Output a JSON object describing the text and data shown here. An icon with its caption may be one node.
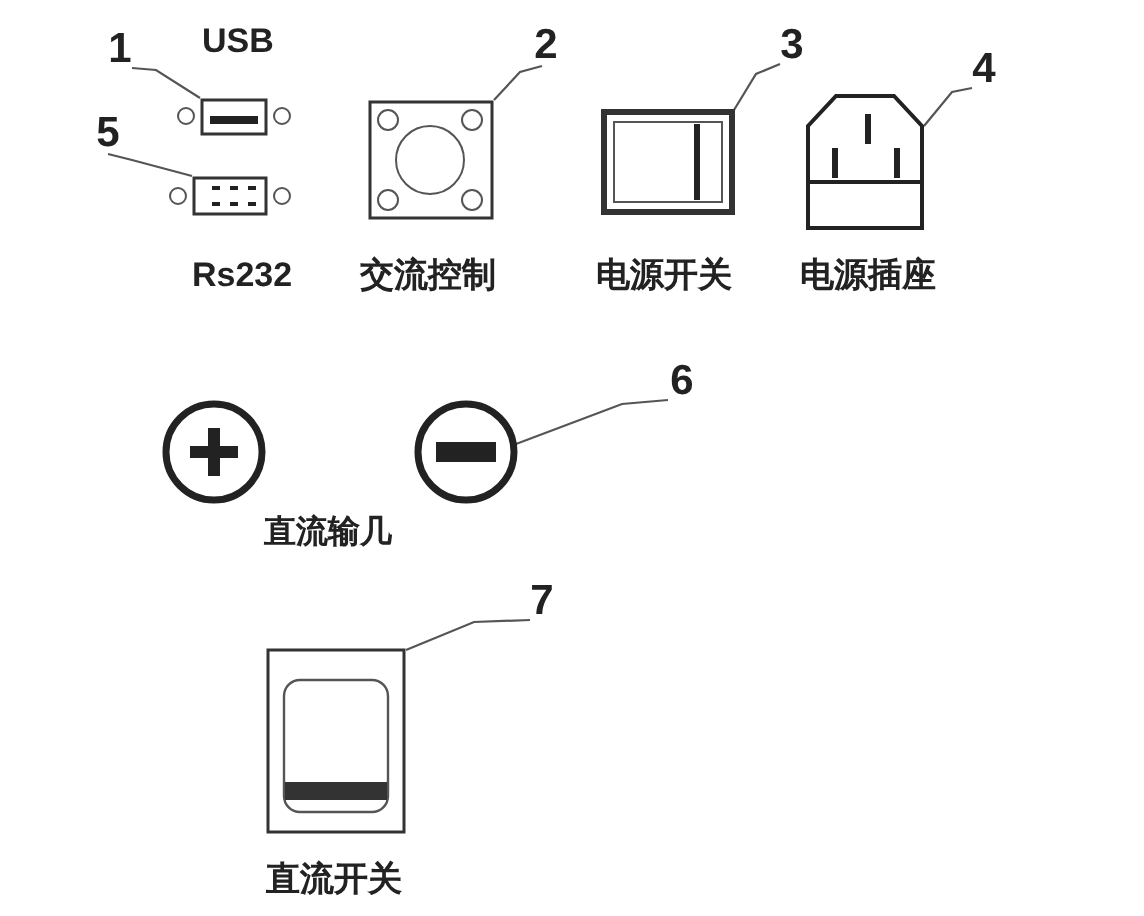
{
  "diagram": {
    "nodes": [
      {
        "text": [
          "1"
        ]
      },
      {
        "text": [],
        "shape": "box",
        "beside": [
          "USB"
        ]
      },
      {
        "text": [
          "2"
        ]
      },
      {
        "text": [],
        "shape": "box",
        "beside": [
          "交流控制"
        ]
      },
      {
        "text": [
          "3"
        ]
      },
      {
        "text": [],
        "shape": "box",
        "beside": [
          "电源开关"
        ]
      },
      {
        "text": [
          "4"
        ]
      },
      {
        "text": [],
        "shape": "picture",
        "beside": [
          "电源插座"
        ]
      },
      {
        "text": [
          "5"
        ]
      },
      {
        "text": [],
        "shape": "box",
        "beside": [
          "Rs232"
        ]
      },
      {
        "text": [
          "6"
        ]
      },
      {
        "text": [],
        "shape": "circle"
      },
      {
        "text": [],
        "shape": "circle"
      },
      {
        "text": [
          "7"
        ]
      },
      {
        "text": [],
        "shape": "box",
        "beside": [
          "直流开关"
        ]
      }
    ],
    "edges": [
      {
        "from": 0,
        "to": 1,
        "arrow": "none"
      },
      {
        "from": 2,
        "to": 3,
        "arrow": "none"
      },
      {
        "from": 4,
        "to": 5,
        "arrow": "none"
      },
      {
        "from": 6,
        "to": 7,
        "arrow": "none"
      },
      {
        "from": 8,
        "to": 9,
        "arrow": "none"
      },
      {
        "from": 10,
        "to": 12,
        "arrow": "none"
      },
      {
        "from": 13,
        "to": 14,
        "arrow": "none"
      }
    ],
    "labels": [
      "直流输几"
    ]
  }
}
